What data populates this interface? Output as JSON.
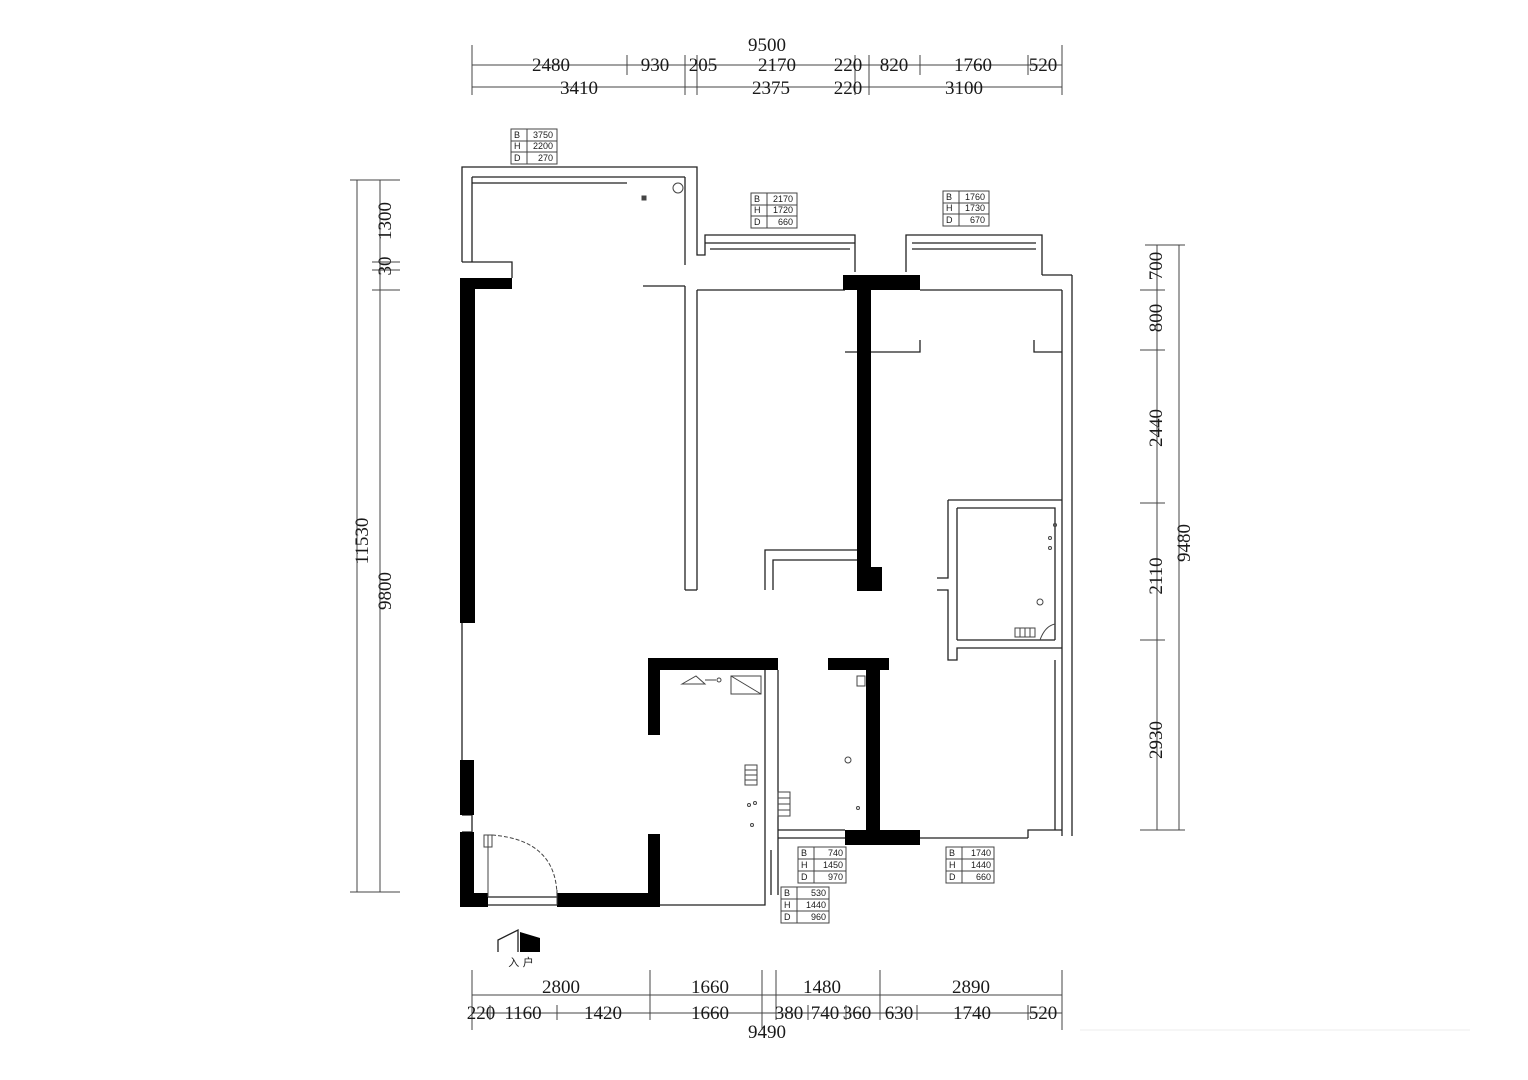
{
  "dimensions": {
    "top_total": "9500",
    "top_row1": [
      "2480",
      "930",
      "205",
      "2170",
      "220",
      "820",
      "1760",
      "520"
    ],
    "top_row2": [
      "3410",
      "2375",
      "220",
      "3100"
    ],
    "bottom_row1": [
      "2800",
      "1660",
      "1480",
      "2890"
    ],
    "bottom_row2": [
      "220",
      "1160",
      "1420",
      "1660",
      "380",
      "740",
      "360",
      "630",
      "1740",
      "520"
    ],
    "bottom_total": "9490",
    "left_outer": "11530",
    "left_inner": [
      "1300",
      "30",
      "9800"
    ],
    "right_outer": "9480",
    "right_inner": [
      "700",
      "800",
      "2440",
      "2110",
      "2930"
    ]
  },
  "windows": [
    {
      "labels": [
        "B",
        "H",
        "D"
      ],
      "values": [
        "3750",
        "2200",
        "270"
      ]
    },
    {
      "labels": [
        "B",
        "H",
        "D"
      ],
      "values": [
        "2170",
        "1720",
        "660"
      ]
    },
    {
      "labels": [
        "B",
        "H",
        "D"
      ],
      "values": [
        "1760",
        "1730",
        "670"
      ]
    },
    {
      "labels": [
        "B",
        "H",
        "D"
      ],
      "values": [
        "740",
        "1450",
        "970"
      ]
    },
    {
      "labels": [
        "B",
        "H",
        "D"
      ],
      "values": [
        "1740",
        "1440",
        "660"
      ]
    },
    {
      "labels": [
        "B",
        "H",
        "D"
      ],
      "values": [
        "530",
        "1440",
        "960"
      ]
    }
  ],
  "entrance": {
    "label": "入 户"
  }
}
